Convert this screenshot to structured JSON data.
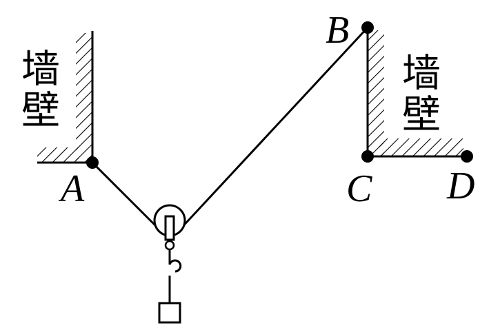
{
  "walls": {
    "left_label": "墙壁",
    "right_label": "墙壁"
  },
  "points": {
    "A": "A",
    "B": "B",
    "C": "C",
    "D": "D"
  },
  "colors": {
    "ink": "#000000",
    "background": "#ffffff"
  }
}
